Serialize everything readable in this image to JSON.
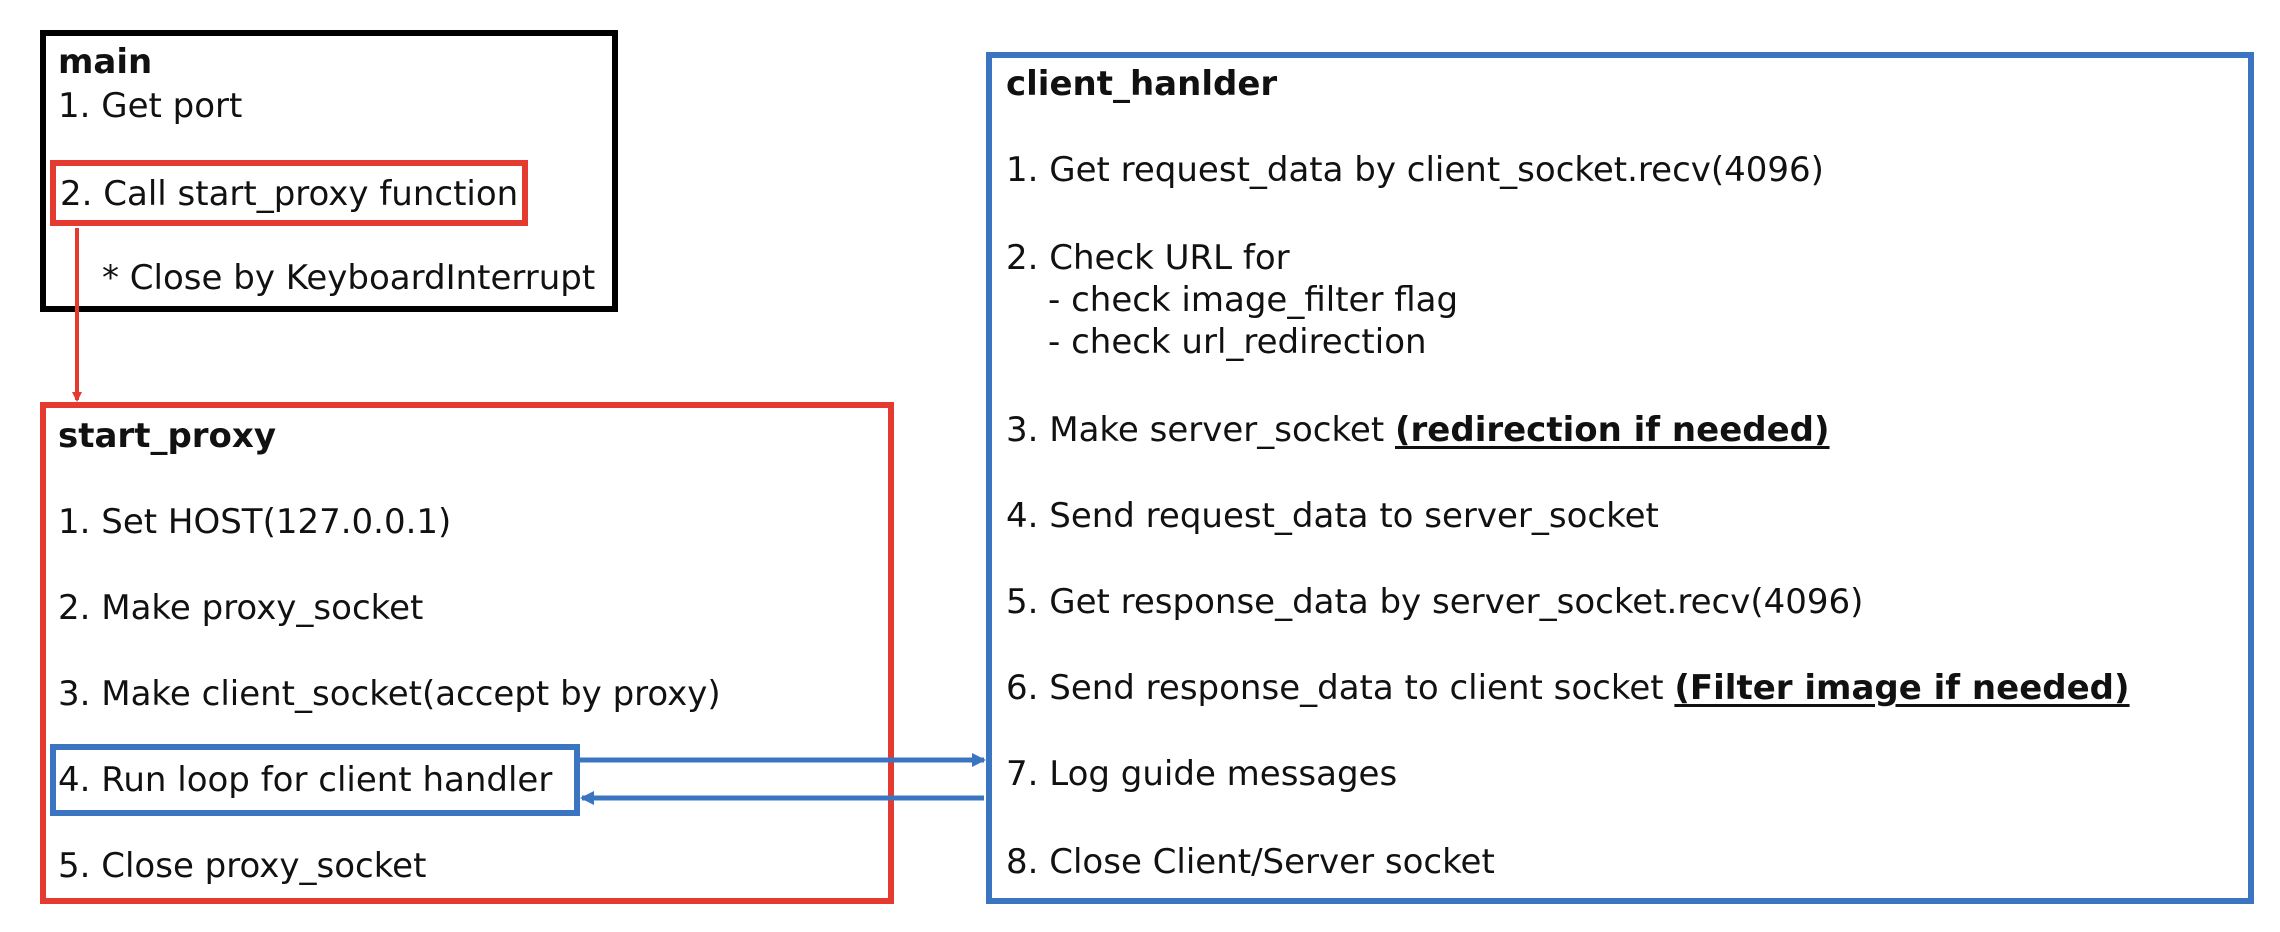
{
  "colors": {
    "main_border": "#000000",
    "start_proxy_border": "#e53a2f",
    "client_handler_border": "#3b74c0",
    "text": "#111111"
  },
  "main": {
    "title": "main",
    "step1": "1. Get port",
    "step2": "2. Call start_proxy function",
    "note": "* Close by KeyboardInterrupt"
  },
  "start_proxy": {
    "title": "start_proxy",
    "step1": "1. Set HOST(127.0.0.1)",
    "step2": "2. Make proxy_socket",
    "step3": "3. Make client_socket(accept by proxy)",
    "step4": "4. Run loop for client handler",
    "step5": "5. Close proxy_socket"
  },
  "client_handler": {
    "title": "client_hanlder",
    "step1": "1. Get request_data by client_socket.recv(4096)",
    "step2": "2. Check URL for",
    "step2_sub1": "- check image_filter flag",
    "step2_sub2": "- check url_redirection",
    "step3": "3. Make server_socket ",
    "step3_note": "(redirection if needed)",
    "step4": "4. Send request_data to server_socket",
    "step5": "5. Get response_data by server_socket.recv(4096)",
    "step6": "6. Send response_data to client socket ",
    "step6_note": "(Filter image if needed)",
    "step7": "7. Log guide messages",
    "step8": "8. Close Client/Server socket"
  }
}
